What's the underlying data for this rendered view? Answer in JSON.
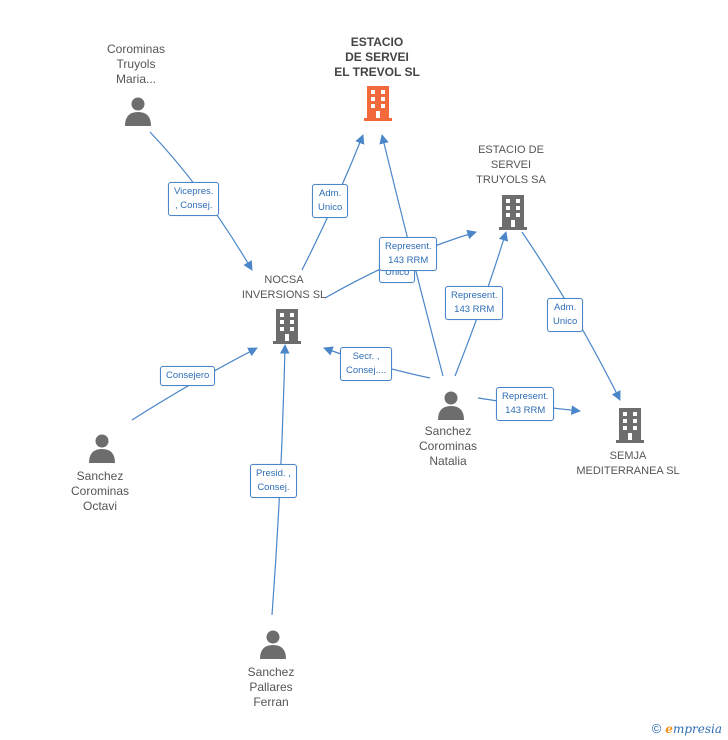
{
  "colors": {
    "highlight": "#f26a3c",
    "company": "#6d6d6d",
    "person": "#6d6d6d",
    "edge": "#4a86c8"
  },
  "nodes": {
    "estacio_trevol": {
      "lines": [
        "ESTACIO",
        "DE SERVEI",
        "EL TREVOL SL"
      ],
      "icon": "building-icon"
    },
    "estacio_truyols": {
      "lines": [
        "ESTACIO DE",
        "SERVEI",
        "TRUYOLS SA"
      ],
      "icon": "building-icon"
    },
    "nocsa": {
      "lines": [
        "NOCSA",
        "INVERSIONS SL"
      ],
      "icon": "building-icon"
    },
    "semja": {
      "lines": [
        "SEMJA",
        "MEDITERRANEA SL"
      ],
      "icon": "building-icon"
    },
    "corominas_truyols": {
      "lines": [
        "Corominas",
        "Truyols",
        "Maria..."
      ],
      "icon": "person-icon"
    },
    "sanchez_natalia": {
      "lines": [
        "Sanchez",
        "Corominas",
        "Natalia"
      ],
      "icon": "person-icon"
    },
    "sanchez_octavi": {
      "lines": [
        "Sanchez",
        "Corominas",
        "Octavi"
      ],
      "icon": "person-icon"
    },
    "sanchez_ferran": {
      "lines": [
        "Sanchez",
        "Pallares",
        "Ferran"
      ],
      "icon": "person-icon"
    }
  },
  "edge_labels": {
    "vicepres": [
      "Vicepres.",
      ", Consej."
    ],
    "adm_nocsa_trevol": [
      "Adm.",
      "Unico"
    ],
    "represent_nocsa_truyols": [
      "Represent.",
      "143 RRM"
    ],
    "unico_partial": [
      "Unico"
    ],
    "represent_natalia_truyols": [
      "Represent.",
      "143 RRM"
    ],
    "adm_truyols_semja": [
      "Adm.",
      "Unico"
    ],
    "secr": [
      "Secr. ,",
      "Consej...."
    ],
    "represent_natalia_semja": [
      "Represent.",
      "143 RRM"
    ],
    "consejero": [
      "Consejero"
    ],
    "presid": [
      "Presid. ,",
      "Consej."
    ]
  },
  "footer": {
    "copyright": "©",
    "brand_first": "e",
    "brand_rest": "mpresia"
  }
}
